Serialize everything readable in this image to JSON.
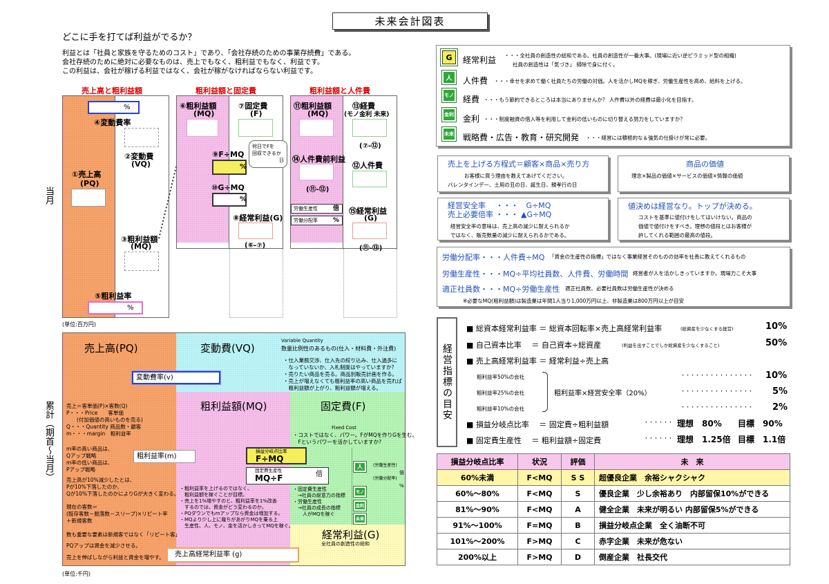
{
  "title": "未来会計図表",
  "question": "どこに手を打てば利益がでるか？",
  "intro": [
    "利益とは「社員と家族を守るためのコスト」であり、「会社存続のための事業存続費」である。",
    "会社存続のために絶対に必要なものは、売上でもなく、粗利益でもなく、利益です。",
    "この利益は、会社が稼げる利益ではなく、会社が稼がなければならない利益です。"
  ],
  "side_labels": {
    "current": "当月",
    "cumulative": "累計（期首〜当月）"
  },
  "section_titles": {
    "s1": "売上高と粗利益額",
    "s2": "粗利益額と固定費",
    "s3": "粗利益額と人件費"
  },
  "s1": {
    "pct1": "%",
    "vc": "④変動費率",
    "vq": "②変動費",
    "vq2": "(VQ)",
    "pq": "①売上高",
    "pq2": "(PQ)",
    "mq": "③粗利益額",
    "mq2": "(MQ)",
    "mrate": "⑤粗利益率",
    "pct2": "%",
    "unit": "(単位:百万円)"
  },
  "s2": {
    "mq": "⑥粗利益額",
    "mq2": "(MQ)",
    "f": "⑦固定費",
    "f2": "(F)",
    "fmq": "⑨F÷MQ",
    "pct1": "%",
    "callout": [
      "何日でFを",
      "回収できるか",
      "日"
    ],
    "gmq": "⑩G÷MQ",
    "pct2": "%",
    "g": "⑧経常利益(G)",
    "g2": "(⑥-⑦)"
  },
  "s3": {
    "mq": "⑪粗利益額",
    "mq2": "(MQ)",
    "keihi": "⑬経費",
    "keihi2": "(モノ金利 未来)",
    "k2": "(⑦-⑫)",
    "jmq": "⑭人件費前利益",
    "jq": "⑫人件費",
    "sub": "(⑪-⑫)",
    "prod": "労働生産性",
    "prod_u": "倍",
    "ratio": "労働分配率",
    "ratio_u": "%",
    "g": "⑮経常利益",
    "g2": "(G)",
    "g3": "(⑪-⑬)"
  },
  "right_top": {
    "items": [
      {
        "icon": "G",
        "label": "経常利益",
        "desc": "・・・全社員の創造性の総和である。社員の創造性が一番大事。(現場に近い逆ピラミッド型の組織)",
        "desc2": "社員の創造性は「気づき」 掃除で身に付く。"
      },
      {
        "icon": "人",
        "label": "人件費",
        "desc": "・・・幸せを求めて働く社員たちの労働の対価。人を活かしMQを稼ぎ、労働生産性を高め、給料を上げる。"
      },
      {
        "icon": "モノ",
        "label": "経費",
        "desc": "・・・もう節約できるところは本当にありませんか？ 人件費以外の経費は最小化を目指す。"
      },
      {
        "icon": "金利",
        "label": "金利",
        "desc": "・・・制度融資の借入等を利用して金利の低いものに切り替える努力をしていますか？"
      },
      {
        "icon": "未来",
        "label": "戦略費・広告・教育・研究開発",
        "desc": "・・・経営には積極的な＆強気の仕掛けが常に必要。"
      }
    ]
  },
  "panels": {
    "sales_eq": {
      "title": "売上を上げる方程式＝顧客×商品×売り方",
      "l1": "お客様に買う理由を教えてあげてください。",
      "l2": "バレンタインデー、土用の丑の日、誕生日、親孝行の日"
    },
    "value": {
      "title": "商品の価値",
      "l1": "理念×製品の価値×サービスの価値×情報の価値"
    },
    "safety": {
      "t1": "経営安全率　 ・・・　G÷MQ",
      "t2": "売上必要倍率 ・・・ ▲G÷MQ",
      "l1": "経営安全率の意味は、売上高の減少に耐えられるか",
      "l2": "ではなく、販売数量の減少に耐えられるかである。"
    },
    "pricing": {
      "title": "値決めは経営なり。トップが決める。",
      "l1": "コストを基準に値付けをしてはいけない。商品の",
      "l2": "価値で値付けをすべき。理想の値段とはお客様が",
      "l3": "許してくれる範囲の最高の値段。"
    },
    "labor": {
      "r1a": "労働分配率・・・人件費÷MQ",
      "r1b": "「賃金の生産性の指標」ではなく事業経営そのものの効率を社長に教えてくれるもの",
      "r2a": "労働生産性・・・MQ÷平均社員数、人件費、労働時間",
      "r2b": "経営者が人を活かしきっていますか。現場力こそ大事",
      "r3a": "適正社員数・・・MQ÷労働生産性",
      "r3b": "適正社員数、必要社員数は労働生産性が決める",
      "r4": "※必要なMQ(粗利益額)は製造業は年間1人当り1,000万円以上、非製造業は800万円以上が目安"
    }
  },
  "indicators": {
    "side": "経営指標の目安",
    "rows": [
      {
        "a": "■ 総資本経常利益率 ＝ 総資本回転率×売上高経常利益率",
        "n": "(総資産を少なくする経営)",
        "v": "10%"
      },
      {
        "a": "■ 自己資本比率 　＝ 自己資本÷総資産",
        "n": "(利益を出すことでしか総資産を少なくすること)",
        "v": "50%"
      },
      {
        "a": "■ 売上高経常利益率 ＝ 経常利益÷売上高",
        "n": "",
        "v": ""
      }
    ],
    "sub": [
      {
        "a": "粗利益率50%の会社",
        "dots": "・・・・・・・・・・・・・・・",
        "v": "10%"
      },
      {
        "a": "粗利益率25%の会社",
        "dots": "・・・・・・・・・・・・・・・",
        "v": "5%"
      },
      {
        "a": "粗利益率10%の会社",
        "dots": "・・・・・・・・・・・・・・・",
        "v": "2%"
      }
    ],
    "sub_mid": "粗利益率×経営安全率（20%）",
    "last": [
      {
        "a": "■ 損益分岐点比率 　＝ 固定費÷粗利益額",
        "dots": "・・・・・・",
        "ideal": "理想　80%",
        "goal": "目標　90%"
      },
      {
        "a": "■ 固定費生産性 　＝ 粗利益額÷固定費",
        "dots": "・・・・・・",
        "ideal": "理想　1.25倍",
        "goal": "目標　1.1倍"
      }
    ]
  },
  "eval": {
    "headers": [
      "損益分岐点比率",
      "状況",
      "評価",
      "未　来"
    ],
    "rows": [
      [
        "60%未満",
        "F<MQ",
        "S S",
        "超優良企業　余裕シャクシャク"
      ],
      [
        "60%〜80%",
        "F<MQ",
        "S",
        "優良企業　少し余裕あり　内部留保10%ができる"
      ],
      [
        "81%〜90%",
        "F<MQ",
        "A",
        "健全企業　未来が明るい 内部留保5%ができる"
      ],
      [
        "91%〜100%",
        "F=MQ",
        "B",
        "損益分岐点企業　全く油断不可"
      ],
      [
        "101%〜200%",
        "F>MQ",
        "C",
        "赤字企業　未来が危ない"
      ],
      [
        "200%以上",
        "F>MQ",
        "D",
        "倒産企業　社長交代"
      ]
    ]
  },
  "cum": {
    "pq": "売上高(PQ)",
    "vq": "変動費(VQ)",
    "vq_en": "Variable Quantity",
    "vq_desc": "数量比例性のあるもの(仕入・材料費・外注費)",
    "vq_list": [
      "・仕入業務交渉、仕入先の絞り込み、仕入過多に",
      "　なっていないか、入札制度はやっていますか?",
      "・売りたい商品を売る。商品別販売計画を作る。",
      "・売上が増えなくても粗利益率の高い商品を売れば",
      "　粗利益額が上がり、粗利益額が増える。"
    ],
    "vrate": "変動費率(v)",
    "pq_list": [
      "売上＝客単価(P)×客数(Q)",
      "P・・・Price　　客単価",
      "　　(付加価値の高いものを売る)",
      "Q・・・Quantity 商品数・顧客",
      "m・・・margin　粗利益率"
    ],
    "mq": "粗利益額(MQ)",
    "f": "固定費(F)",
    "f_en": "Fixed Cost",
    "f_desc": [
      "・コストではなく、パワー。FがMQを作りGを生む。",
      "　Fというパワーを活かしていますか?"
    ],
    "mrate": "粗利益率(m)",
    "pq_list2": [
      "m率の高い商品は、",
      "Qアップ戦略",
      "m率の低い商品は、",
      "Pアップ戦略"
    ],
    "pq_list3": [
      "売上高が10%減少したとは、",
      "Pが10%下落したのか、",
      "Qが10%下落したのかによりGが大きく変わる。"
    ],
    "pq_list4": [
      "現在の客数＝",
      "(既存客数－脱落数－スリープ)×リピート率",
      "＋新規客数"
    ],
    "pq_list5": [
      "数も重要な要素は新規客ではなく「リピート客」"
    ],
    "pq_list6": [
      "PQアップは資金を減少させる。"
    ],
    "pq_list7": [
      "売上を伸ばしながら利益と資金を増やす。"
    ],
    "mq_list": [
      "・粗利益率を上げるのではなく、",
      "　粗利益額を稼ぐことが目標。",
      "・売上を1%増やすのと、粗利益率を1%改善",
      "　するのでは、資金がどう変わるのか。",
      "・PQダウンでもmアップなら資金は増加する。",
      "・MQより少し上に幾ちがあがりMQを乗る上",
      "　生産性、人、モノ、金を活かしきってMQを稼ぐ。"
    ],
    "fmq_label": "損益分岐点比率",
    "fmq": "F÷MQ",
    "gmq_label": "固定費生産性",
    "gmq": "MQ÷F",
    "gmq_u": "倍",
    "f_list": [
      "・固定費生産性",
      "　→社員の総意力の指標",
      "・労働生産性",
      "　→社員の成長の指標",
      "　　人がMQを稼ぐ"
    ],
    "g": "経常利益(G)",
    "g_desc": "全社員の創造性の総和",
    "grate": "売上高経常利益率 (g)",
    "icons": [
      "人",
      "モノ",
      "金利",
      "未来"
    ],
    "prod_l": "(労働生産性)",
    "prod_u": "倍",
    "ratio_l": "(労働分配率)",
    "ratio_u": "%",
    "unit": "(単位:千円)"
  }
}
